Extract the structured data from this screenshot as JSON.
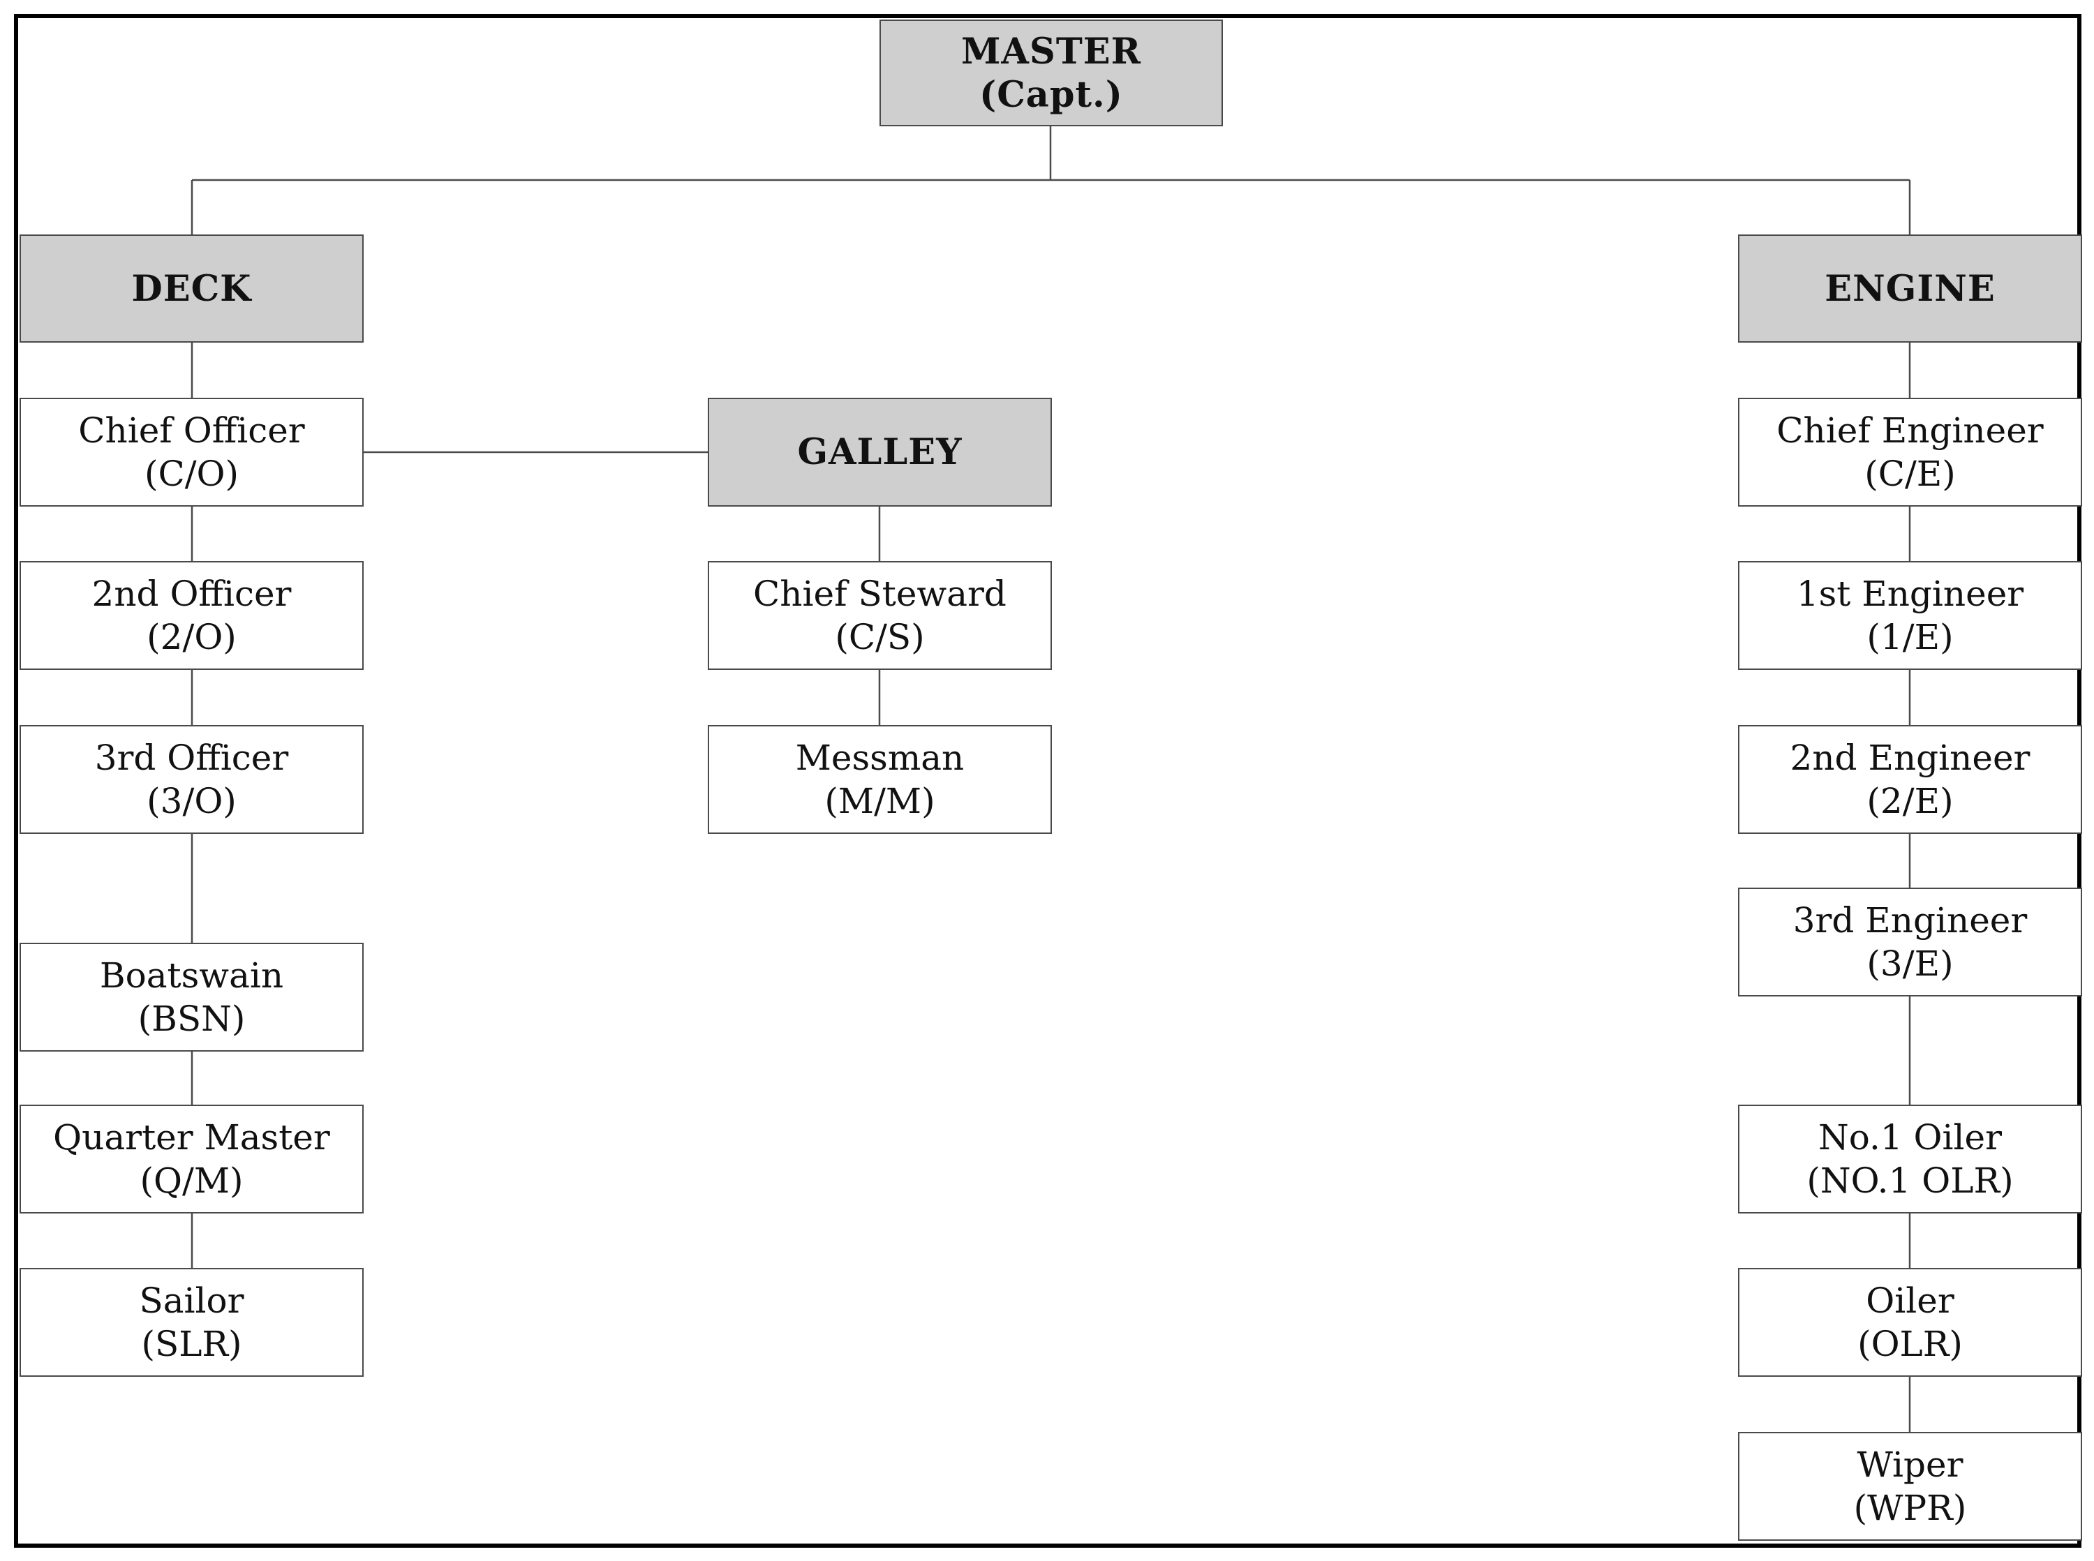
{
  "colors": {
    "header_fill": "#cfcfcf",
    "box_fill": "#ffffff",
    "line": "#4a4a4a",
    "frame": "#000000"
  },
  "master": {
    "title": "MASTER",
    "abbr": "(Capt.)"
  },
  "deck": {
    "header": "DECK",
    "roles": [
      {
        "name": "Chief Officer",
        "abbr": "(C/O)"
      },
      {
        "name": "2nd Officer",
        "abbr": "(2/O)"
      },
      {
        "name": "3rd Officer",
        "abbr": "(3/O)"
      },
      {
        "name": "Boatswain",
        "abbr": "(BSN)"
      },
      {
        "name": "Quarter Master",
        "abbr": "(Q/M)"
      },
      {
        "name": "Sailor",
        "abbr": "(SLR)"
      }
    ]
  },
  "galley": {
    "header": "GALLEY",
    "roles": [
      {
        "name": "Chief Steward",
        "abbr": "(C/S)"
      },
      {
        "name": "Messman",
        "abbr": "(M/M)"
      }
    ]
  },
  "engine": {
    "header": "ENGINE",
    "roles": [
      {
        "name": "Chief Engineer",
        "abbr": "(C/E)"
      },
      {
        "name": "1st Engineer",
        "abbr": "(1/E)"
      },
      {
        "name": "2nd Engineer",
        "abbr": "(2/E)"
      },
      {
        "name": "3rd Engineer",
        "abbr": "(3/E)"
      },
      {
        "name": "No.1 Oiler",
        "abbr": "(NO.1 OLR)"
      },
      {
        "name": "Oiler",
        "abbr": "(OLR)"
      },
      {
        "name": "Wiper",
        "abbr": "(WPR)"
      }
    ]
  }
}
